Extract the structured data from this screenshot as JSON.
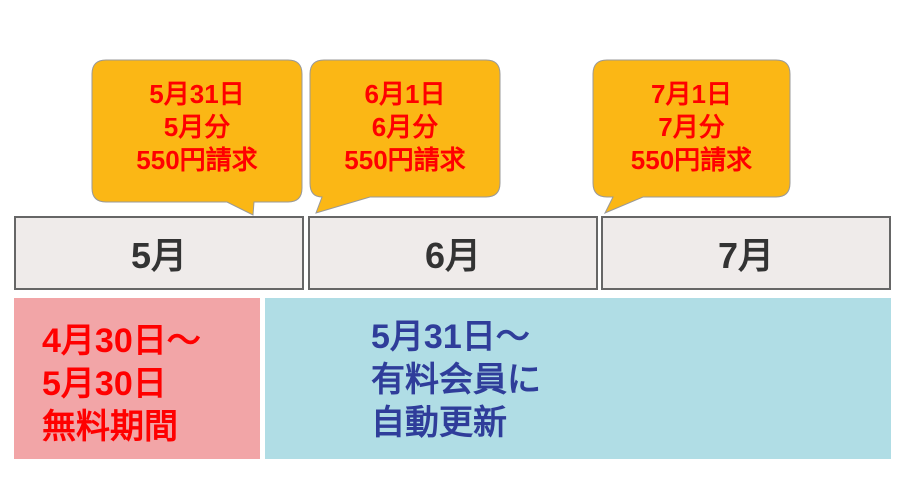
{
  "callouts": [
    {
      "lines": [
        "5月31日",
        "5月分",
        "550円請求"
      ]
    },
    {
      "lines": [
        "6月1日",
        "6月分",
        "550円請求"
      ]
    },
    {
      "lines": [
        "7月1日",
        "7月分",
        "550円請求"
      ]
    }
  ],
  "months": [
    "5月",
    "6月",
    "7月"
  ],
  "free_period": {
    "lines": [
      "4月30日～",
      "5月30日",
      "無料期間"
    ]
  },
  "paid_period": {
    "lines": [
      "5月31日～",
      "有料会員に",
      "自動更新"
    ]
  },
  "colors": {
    "callout": "#fbb715",
    "callout_text": "#ff0000",
    "free_bg": "#f2a5a7",
    "paid_bg": "#b0dde5",
    "paid_text": "#2f3d9a"
  }
}
